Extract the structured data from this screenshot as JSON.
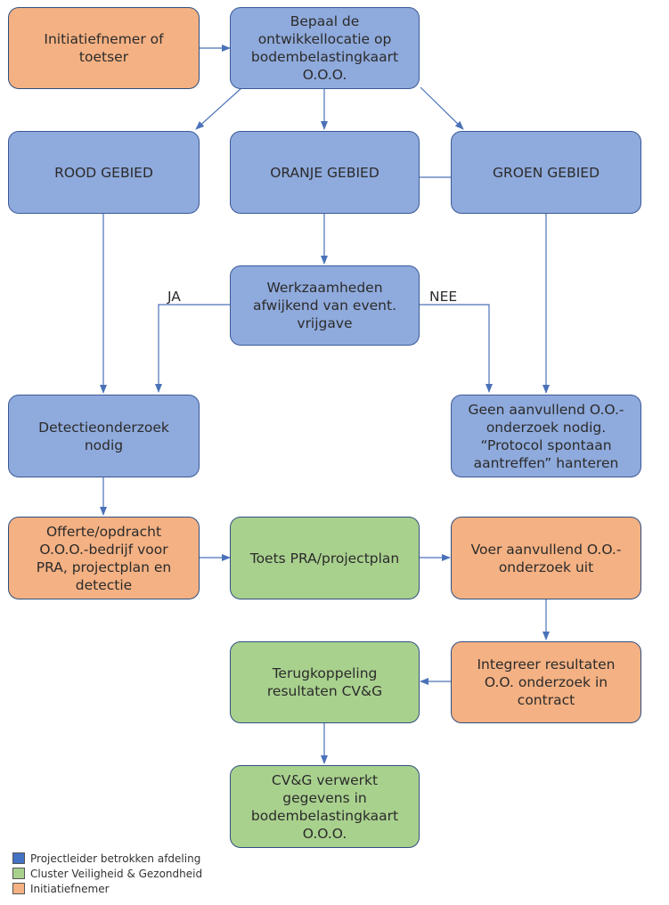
{
  "nodes": {
    "initiatiefnemer": "Initiatiefnemer of\ntoetser",
    "bepaal": "Bepaal de\nontwikkellocatie op\nbodembelastingkaart\nO.O.O.",
    "rood": "ROOD GEBIED",
    "oranje": "ORANJE GEBIED",
    "groen": "GROEN GEBIED",
    "werkzaamheden": "Werkzaamheden\nafwijkend van event.\nvrijgave",
    "detectie": "Detectieonderzoek\nnodig",
    "geen": "Geen aanvullend O.O.-\nonderzoek nodig.\n“Protocol spontaan\naantreffen” hanteren",
    "offerte": "Offerte/opdracht\nO.O.O.-bedrijf voor\nPRA, projectplan en\ndetectie",
    "toets": "Toets PRA/projectplan",
    "voer": "Voer aanvullend O.O.-\nonderzoek uit",
    "integreer": "Integreer resultaten\nO.O. onderzoek in\ncontract",
    "terugkoppeling": "Terugkoppeling\nresultaten CV&G",
    "cvg": "CV&G verwerkt\ngegevens in\nbodembelastingkaart\nO.O.O."
  },
  "edge_labels": {
    "ja": "JA",
    "nee": "NEE"
  },
  "legend": [
    {
      "label": "Projectleider betrokken afdeling",
      "color": "#4472c4"
    },
    {
      "label": "Cluster Veiligheid & Gezondheid",
      "color": "#a9d18e"
    },
    {
      "label": "Initiatiefnemer",
      "color": "#f4b183"
    }
  ],
  "colors": {
    "blue_fill": "#8faadc",
    "green_fill": "#a9d18e",
    "orange_fill": "#f4b183",
    "arrow": "#4a72b8"
  }
}
